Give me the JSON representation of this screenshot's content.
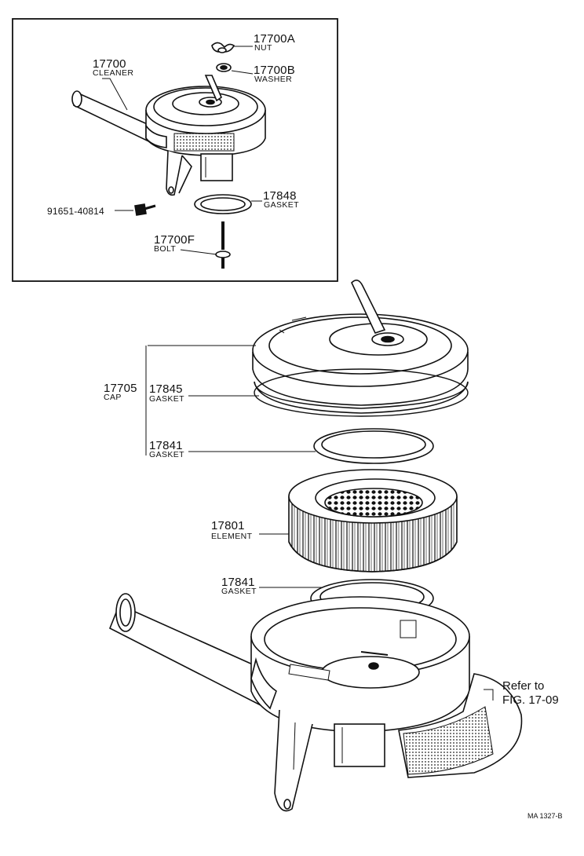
{
  "parts": {
    "nut": {
      "number": "17700A",
      "name": "NUT"
    },
    "washer": {
      "number": "17700B",
      "name": "WASHER"
    },
    "cleaner": {
      "number": "17700",
      "name": "CLEANER"
    },
    "inset_gasket": {
      "number": "17848",
      "name": "GASKET"
    },
    "inset_bolt_91651": {
      "number": "91651-40814"
    },
    "bolt": {
      "number": "17700F",
      "name": "BOLT"
    },
    "cap": {
      "number": "17705",
      "name": "CAP"
    },
    "cap_gasket": {
      "number": "17845",
      "name": "GASKET"
    },
    "upper_gasket": {
      "number": "17841",
      "name": "GASKET"
    },
    "element": {
      "number": "17801",
      "name": "ELEMENT"
    },
    "lower_gasket": {
      "number": "17841",
      "name": "GASKET"
    }
  },
  "reference": {
    "line1": "Refer to",
    "line2": "FIG. 17-09"
  },
  "figure_code": "MA 1327-B"
}
